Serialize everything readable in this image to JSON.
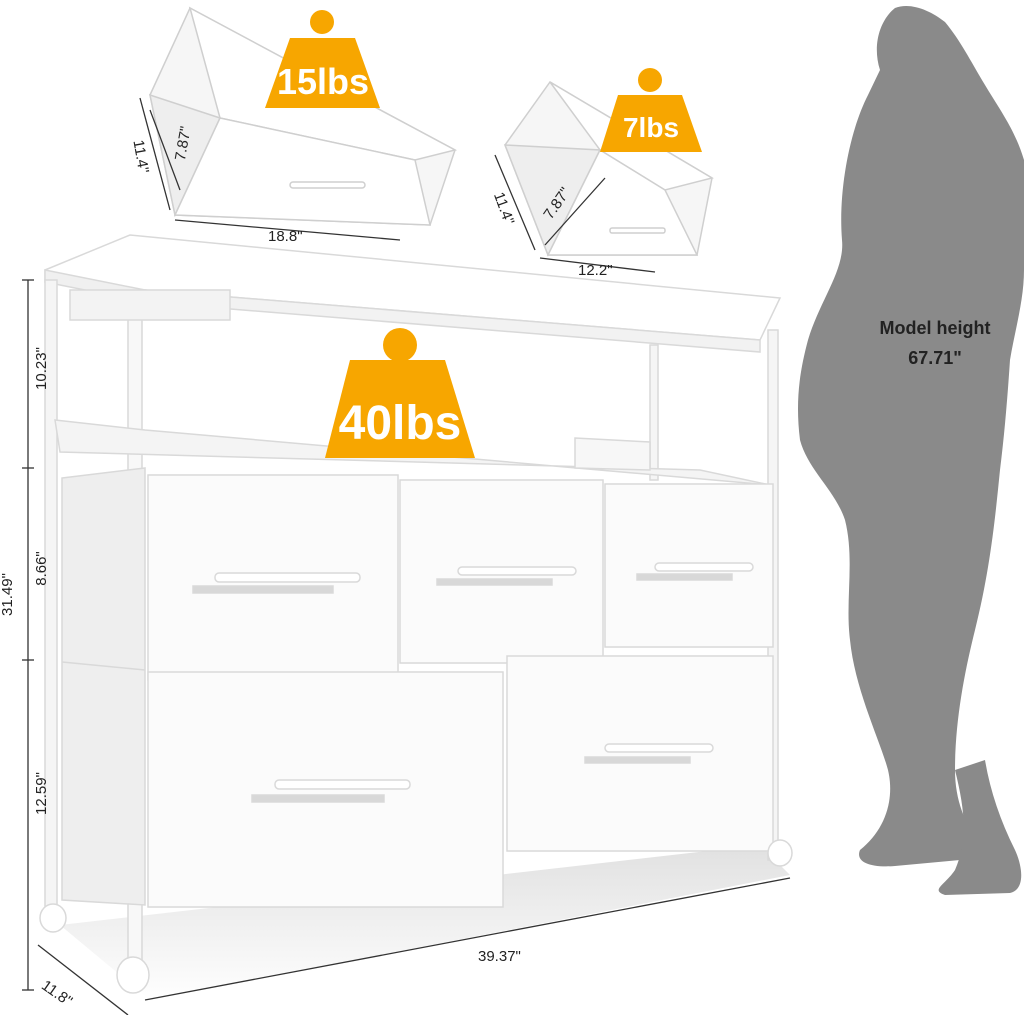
{
  "weights": {
    "top_shelf": "40lbs",
    "large_drawer": "15lbs",
    "small_drawer": "7lbs"
  },
  "large_drawer_dims": {
    "height": "11.4\"",
    "depth": "7.87\"",
    "width": "18.8\""
  },
  "small_drawer_dims": {
    "height": "11.4\"",
    "depth": "7.87\"",
    "width": "12.2\""
  },
  "dresser_dims": {
    "shelf_height": "10.23\"",
    "upper_drawer_height": "8.66\"",
    "lower_drawer_height": "12.59\"",
    "total_height": "31.49\"",
    "width": "39.37\"",
    "depth": "11.8\""
  },
  "model": {
    "label": "Model height",
    "value": "67.71\""
  },
  "colors": {
    "badge": "#F7A600",
    "silhouette": "#8A8A8A",
    "furniture": "#F7F7F7"
  }
}
